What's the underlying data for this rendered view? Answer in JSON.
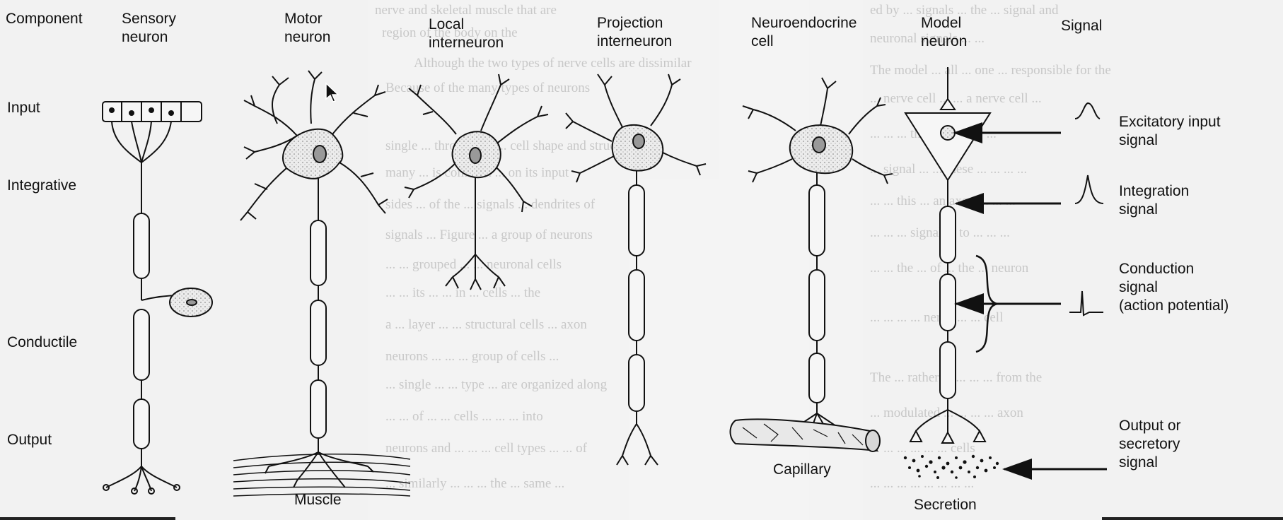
{
  "labels": {
    "component": "Component",
    "rows": {
      "input": "Input",
      "integrative": "Integrative",
      "conductile": "Conductile",
      "output": "Output"
    },
    "columns": {
      "sensory": "Sensory\nneuron",
      "motor": "Motor\nneuron",
      "local": "Local\ninterneuron",
      "projection": "Projection\ninterneuron",
      "neuroendocrine": "Neuroendocrine\ncell",
      "model": "Model\nneuron",
      "signal": "Signal"
    },
    "signals": {
      "excitatory": "Excitatory input\nsignal",
      "integration": "Integration\nsignal",
      "conduction": "Conduction\nsignal\n(action potential)",
      "output": "Output or\nsecretory\nsignal"
    },
    "targets": {
      "muscle": "Muscle",
      "capillary": "Capillary",
      "secretion": "Secretion"
    }
  },
  "colors": {
    "ink": "#111111",
    "page": "#f2f2f2",
    "faded_text": "#c4c4c4",
    "soma_fill": "#e6e6e6"
  },
  "icons": {
    "cursor": "mouse-pointer-icon"
  }
}
